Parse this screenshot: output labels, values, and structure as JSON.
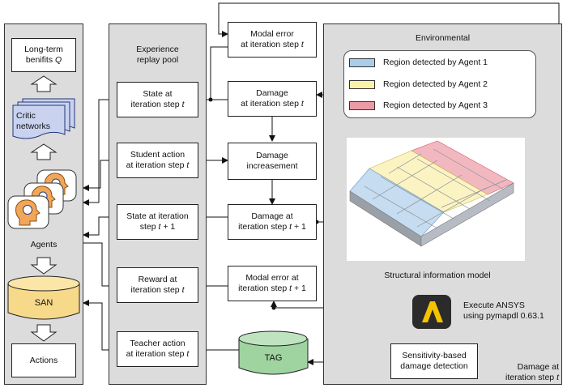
{
  "agents_panel": {
    "benefits_line1": "Long-term",
    "benefits_line2": "benifits ",
    "benefits_q": "Q",
    "critic_line1": "Critic",
    "critic_line2": "networks",
    "agents_label": "Agents",
    "san_label": "SAN",
    "actions_label": "Actions"
  },
  "replay_pool": {
    "title_line1": "Experience",
    "title_line2": "replay pool",
    "state": {
      "line1": "State at",
      "line2": "iteration step ",
      "var": "t"
    },
    "student": {
      "line1": "Student action",
      "line2": "at iteration step ",
      "var": "t"
    },
    "state_next": {
      "line1": "State at iteration",
      "line2": "step ",
      "var": "t",
      "suffix": " + 1"
    },
    "reward": {
      "line1": "Reward at",
      "line2": "iteration step ",
      "var": "t"
    },
    "teacher": {
      "line1": "Teacher action",
      "line2": "at iteration step ",
      "var": "t"
    }
  },
  "middle": {
    "modal_error": {
      "line1": "Modal error",
      "line2": "at iteration step ",
      "var": "t"
    },
    "damage": {
      "line1": "Damage",
      "line2": "at iteration step ",
      "var": "t"
    },
    "increasement": {
      "line1": "Damage",
      "line2": "increasement"
    },
    "damage_next": {
      "line1": "Damage at",
      "line2": "iteration step ",
      "var": "t",
      "suffix": " + 1"
    },
    "modal_next": {
      "line1": "Modal error at",
      "line2": "iteration step ",
      "var": "t",
      "suffix": " + 1"
    },
    "tag_label": "TAG"
  },
  "environmental": {
    "title": "Environmental",
    "legend": [
      {
        "label": "Region detected by Agent 1",
        "color": "#a9cde9"
      },
      {
        "label": "Region detected by Agent 2",
        "color": "#fbf3a8"
      },
      {
        "label": "Region detected by Agent 3",
        "color": "#ec9aa6"
      }
    ],
    "model_caption": "Structural information model",
    "ansys_line1": "Execute ANSYS",
    "ansys_line2": "using pymapdl 0.63.1",
    "detection_line1": "Sensitivity-based",
    "detection_line2": "damage detection",
    "damage_out_line1": "Damage at",
    "damage_out_line2": "iteration step ",
    "damage_out_var": "t"
  },
  "colors": {
    "panel_bg": "#dcdcdc",
    "critic_fill": "#c9d3ef",
    "san_fill": "#f7d98a",
    "tag_fill": "#9fd4a0",
    "ansys_icon_bg": "#f5c400"
  }
}
